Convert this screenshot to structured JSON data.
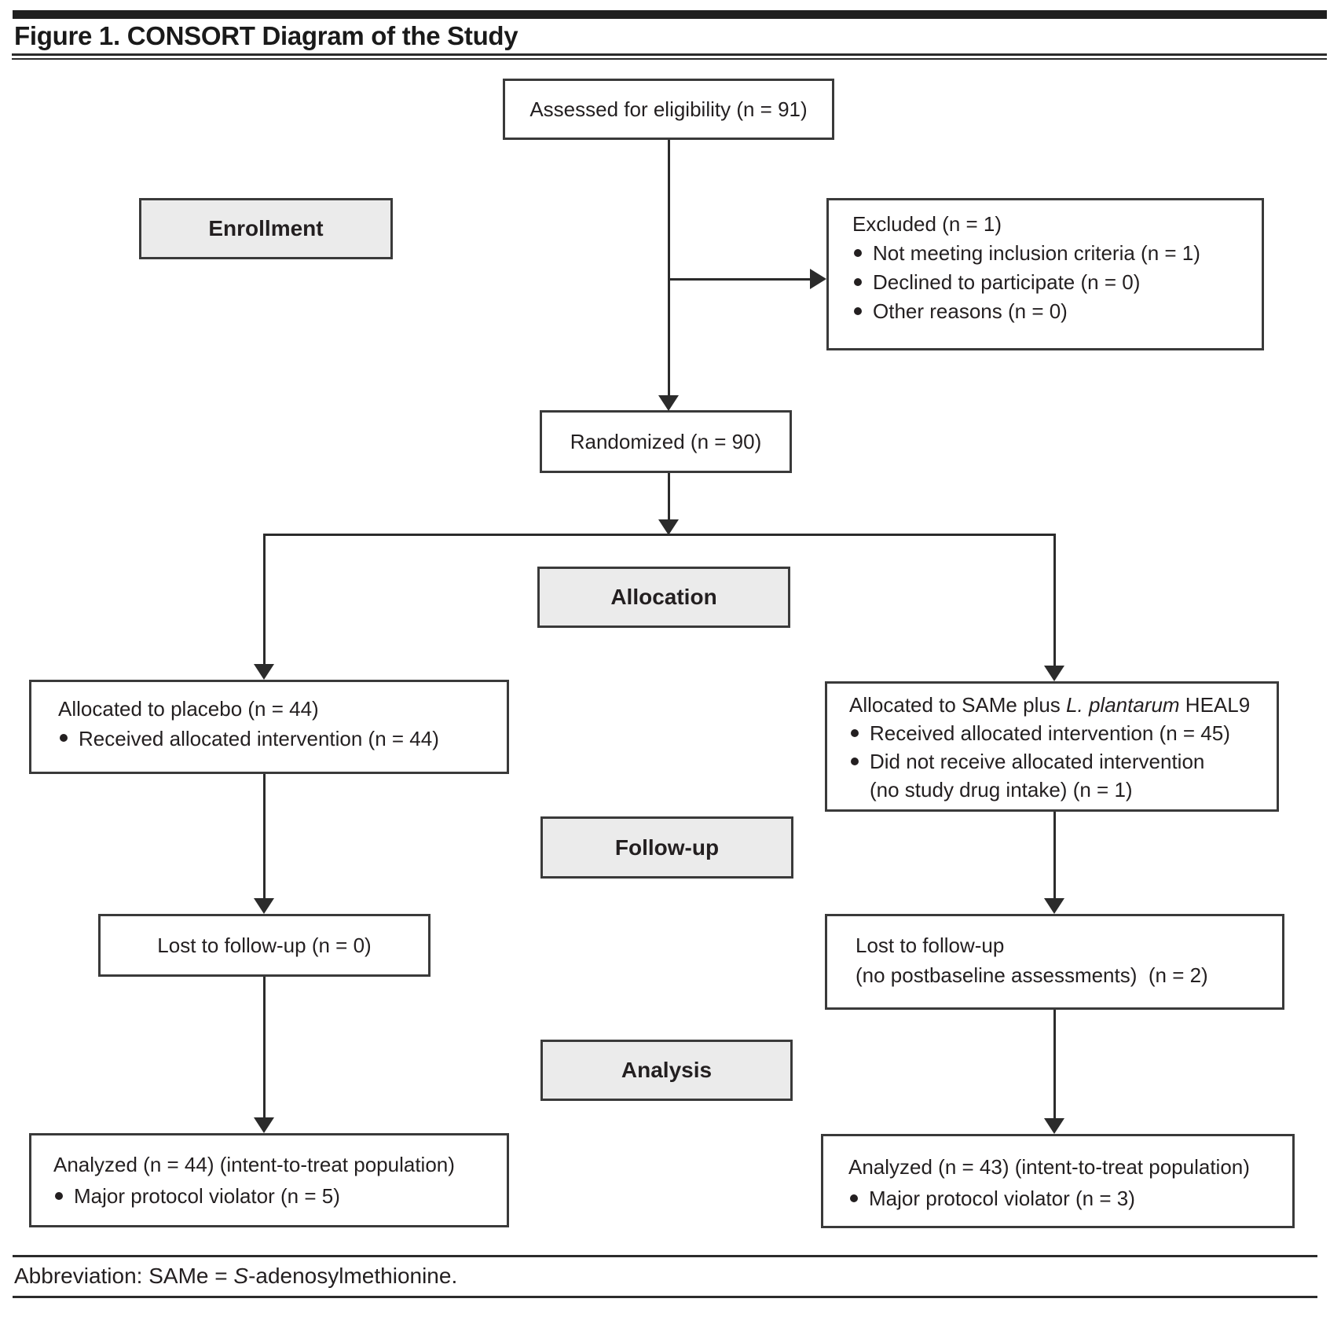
{
  "figure": {
    "title": "Figure 1. CONSORT Diagram of the Study",
    "footnote": {
      "pre": "Abbreviation: SAMe = ",
      "italic": "S",
      "post": "-adenosylmethionine."
    }
  },
  "stages": {
    "enrollment": "Enrollment",
    "allocation": "Allocation",
    "followup": "Follow-up",
    "analysis": "Analysis"
  },
  "nodes": {
    "assessed": "Assessed for eligibility (n = 91)",
    "excluded": {
      "title": "Excluded (n = 1)",
      "bullets": [
        "Not meeting inclusion criteria (n = 1)",
        "Declined to participate (n = 0)",
        "Other reasons (n = 0)"
      ]
    },
    "randomized": "Randomized (n = 90)",
    "alloc_left": {
      "title": "Allocated to placebo (n = 44)",
      "bullets": [
        "Received allocated intervention (n = 44)"
      ]
    },
    "alloc_right": {
      "title_pre": "Allocated to SAMe plus ",
      "title_italic": "L. plantarum",
      "title_post": " HEAL9",
      "bullet1": "Received allocated intervention (n = 45)",
      "bullet2_line1": "Did not receive allocated intervention",
      "bullet2_line2": "(no study drug intake) (n = 1)"
    },
    "lost_left": "Lost to follow-up (n = 0)",
    "lost_right": {
      "line1": "Lost to follow-up",
      "line2": "(no postbaseline assessments)  (n = 2)"
    },
    "analyzed_left": {
      "title": "Analyzed (n = 44) (intent-to-treat population)",
      "bullets": [
        "Major protocol violator (n = 5)"
      ]
    },
    "analyzed_right": {
      "title": "Analyzed (n = 43) (intent-to-treat population)",
      "bullets": [
        "Major protocol violator (n = 3)"
      ]
    }
  },
  "colors": {
    "line": "#2b2b2b",
    "box_border": "#3a3a3a",
    "stage_fill": "#ebebeb",
    "text": "#231f20"
  }
}
